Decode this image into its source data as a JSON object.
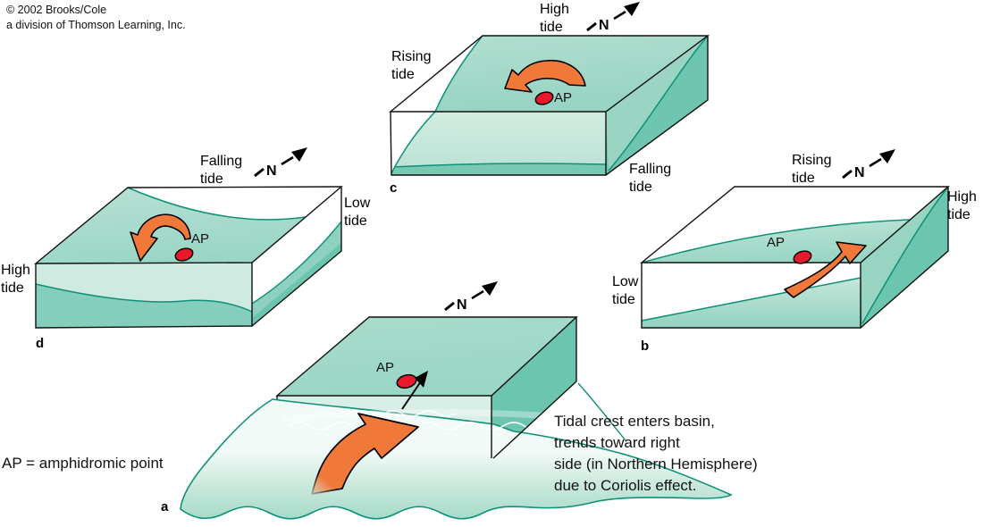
{
  "copyright": {
    "line1": "© 2002 Brooks/Cole",
    "line2": "a division of Thomson Learning, Inc."
  },
  "legend": {
    "text": "AP = amphidromic point"
  },
  "caption": {
    "line1": "Tidal crest enters basin,",
    "line2": "trends toward right",
    "line3": "side (in Northern Hemisphere)",
    "line4": "due to Coriolis effect."
  },
  "compass": {
    "n": "N"
  },
  "panels": {
    "a": {
      "letter": "a",
      "ap": "AP"
    },
    "b": {
      "letter": "b",
      "ap": "AP",
      "labels": {
        "top": "Rising\ntide",
        "right": "High\ntide",
        "left": "Low\ntide"
      }
    },
    "c": {
      "letter": "c",
      "ap": "AP",
      "labels": {
        "top": "High\ntide",
        "left": "Rising\ntide",
        "right": "Falling\ntide"
      }
    },
    "d": {
      "letter": "d",
      "ap": "AP",
      "labels": {
        "top": "Falling\ntide",
        "right": "Low\ntide",
        "left": "High\ntide"
      }
    }
  },
  "colors": {
    "water_light": "#cdeade",
    "water_medium": "#9ad5c4",
    "water_dark": "#6cc5af",
    "water_edge": "#0f9078",
    "arrow_orange": "#f0793a",
    "ap_red": "#e8182d",
    "outline": "#111111",
    "text": "#000000",
    "background": "#ffffff"
  }
}
